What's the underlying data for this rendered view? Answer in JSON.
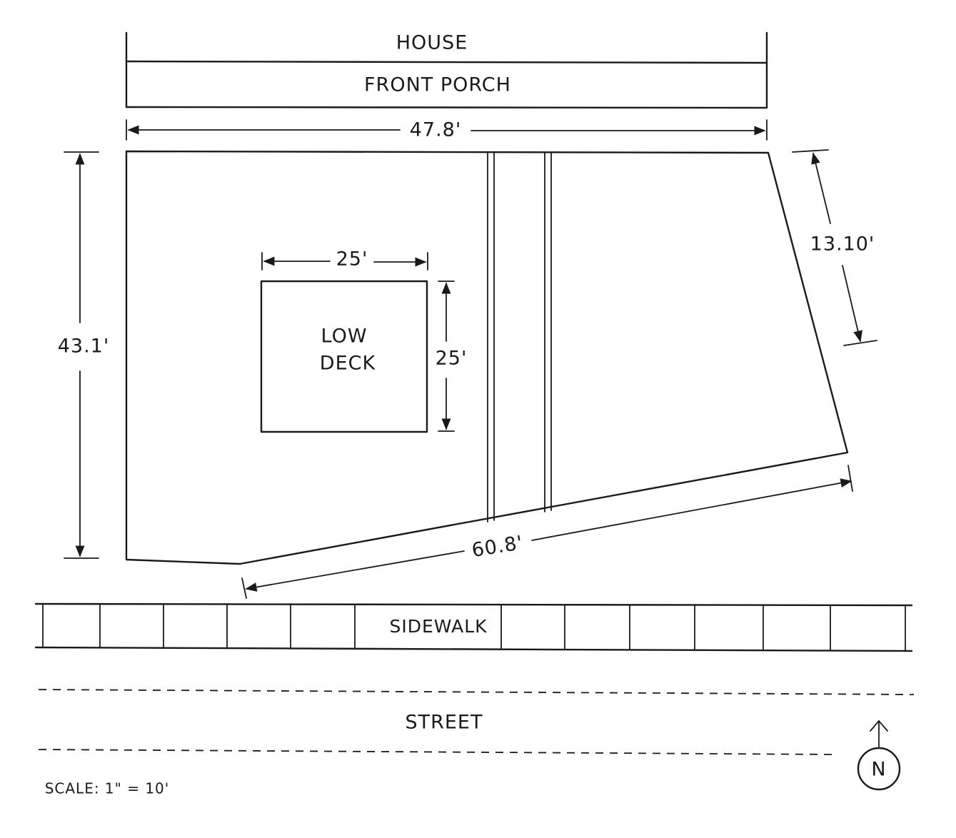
{
  "labels": {
    "house": "HOUSE",
    "front_porch": "FRONT PORCH",
    "low_deck_line1": "LOW",
    "low_deck_line2": "DECK",
    "sidewalk": "SIDEWALK",
    "street": "STREET",
    "north": "N",
    "scale": "SCALE: 1\" = 10'"
  },
  "dimensions": {
    "top_width": "47.8'",
    "left_height": "43.1'",
    "right_side": "13.10'",
    "bottom_diagonal": "60.8'",
    "deck_width": "25'",
    "deck_height": "25'"
  }
}
